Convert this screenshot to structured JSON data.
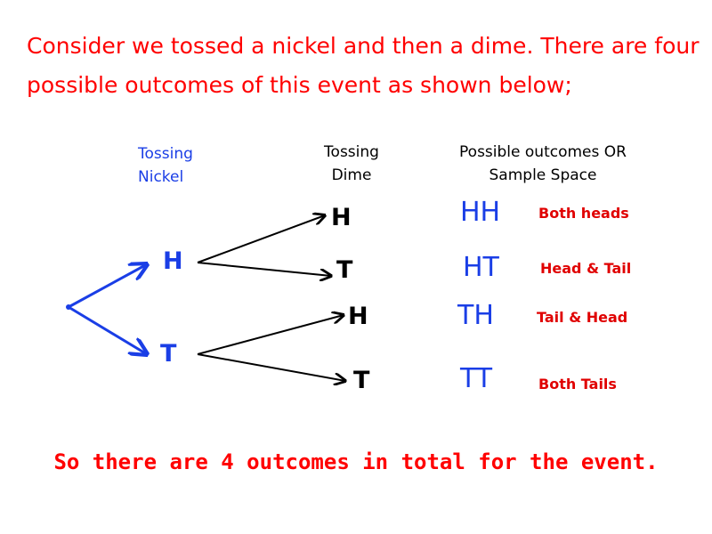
{
  "intro": "Consider we tossed a nickel and then a dime. There are four possible outcomes of this event as shown below;",
  "headers": {
    "nickel": [
      "Tossing",
      "Nickel"
    ],
    "dime": [
      "Tossing",
      "Dime"
    ],
    "outcomes": [
      "Possible outcomes OR",
      "Sample Space"
    ]
  },
  "nickel_nodes": [
    "H",
    "T"
  ],
  "dime_nodes": [
    "H",
    "T",
    "H",
    "T"
  ],
  "outcomes": [
    {
      "label": "HH",
      "description": "Both heads"
    },
    {
      "label": "HT",
      "description": "Head & Tail"
    },
    {
      "label": "TH",
      "description": "Tail & Head"
    },
    {
      "label": "TT",
      "description": "Both Tails"
    }
  ],
  "summary": "So there are 4 outcomes in total for the event.",
  "colors": {
    "intro": "#ff0000",
    "nickel_branch": "#1a3ee6",
    "dime_branch": "#000000",
    "outcome": "#1a3ee6",
    "description": "#e00000"
  }
}
